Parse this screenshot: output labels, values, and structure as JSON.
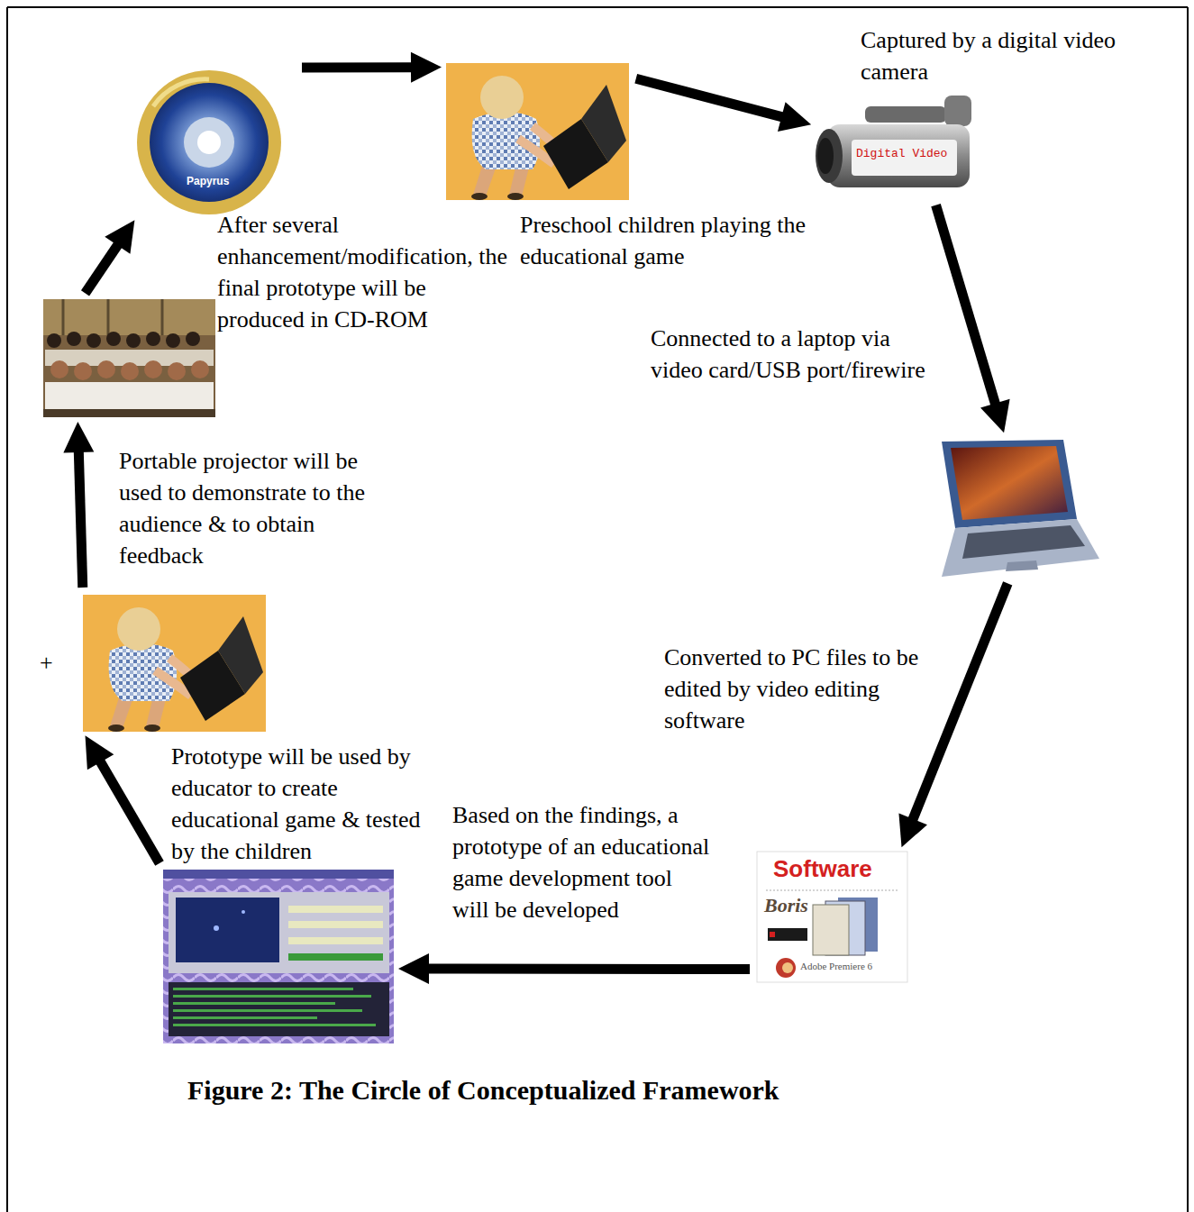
{
  "diagram": {
    "caption": "Figure 2: The Circle of Conceptualized Framework",
    "nodes": [
      {
        "text": [
          "Papyrus",
          "After several enhancement/modification, the final prototype will be produced in CD-ROM"
        ]
      },
      {
        "text": [
          "Preschool children playing the educational game"
        ]
      },
      {
        "text": [
          "Captured by a digital video camera",
          "Digital Video"
        ]
      },
      {
        "text": [
          "Connected to a laptop via video card/USB port/firewire"
        ]
      },
      {
        "text": [
          "Software",
          "Boris",
          "Adobe Premiere 6"
        ]
      },
      {
        "text": [
          "Prototype will be used by educator to create educational game & tested by the children"
        ]
      },
      {
        "text": [
          "+"
        ]
      },
      {
        "text": [
          "Portable projector will be used to demonstrate to the audience & to obtain feedback"
        ]
      }
    ],
    "edges": [
      {
        "from": 0,
        "to": 1,
        "arrow": "to"
      },
      {
        "from": 1,
        "to": 2,
        "arrow": "to"
      },
      {
        "from": 2,
        "to": 3,
        "arrow": "to"
      },
      {
        "from": 3,
        "to": 4,
        "label": "Converted to PC files to be edited by video editing software",
        "arrow": "to"
      },
      {
        "from": 4,
        "to": 5,
        "label": "Based on the findings, a prototype of an educational game development tool will be developed",
        "arrow": "to"
      },
      {
        "from": 5,
        "to": 6,
        "arrow": "to"
      },
      {
        "from": 6,
        "to": 7,
        "arrow": "to"
      },
      {
        "from": 7,
        "to": 0,
        "arrow": "to"
      }
    ]
  }
}
